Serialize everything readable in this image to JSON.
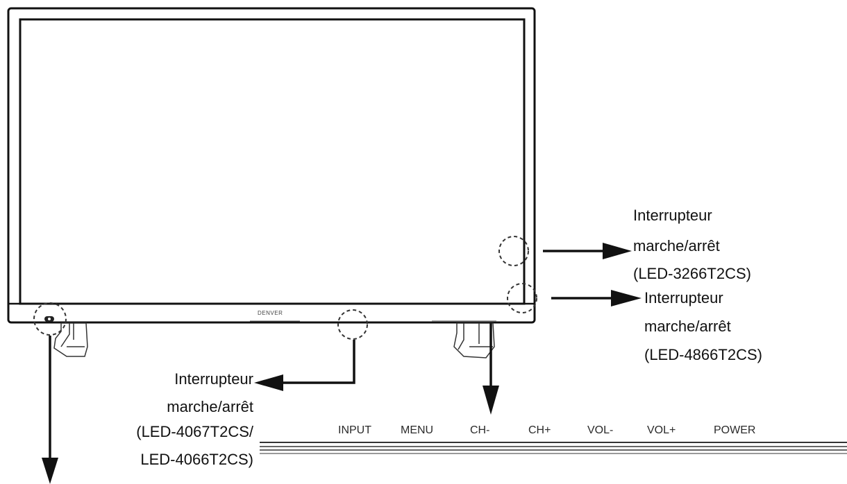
{
  "tv": {
    "brand": "DENVER"
  },
  "callouts": {
    "led3266": {
      "line1": "Interrupteur",
      "line2": "marche/arrêt",
      "line3": "(LED-3266T2CS)"
    },
    "led4866": {
      "line1": "Interrupteur",
      "line2": "marche/arrêt",
      "line3": "(LED-4866T2CS)"
    },
    "led4067": {
      "line1": "Interrupteur",
      "line2": "marche/arrêt",
      "line3": "(LED-4067T2CS/",
      "line4": "LED-4066T2CS)"
    }
  },
  "button_panel": {
    "buttons": [
      "INPUT",
      "MENU",
      "CH-",
      "CH+",
      "VOL-",
      "VOL+",
      "POWER"
    ]
  },
  "colors": {
    "line": "#111111",
    "text": "#111111"
  }
}
